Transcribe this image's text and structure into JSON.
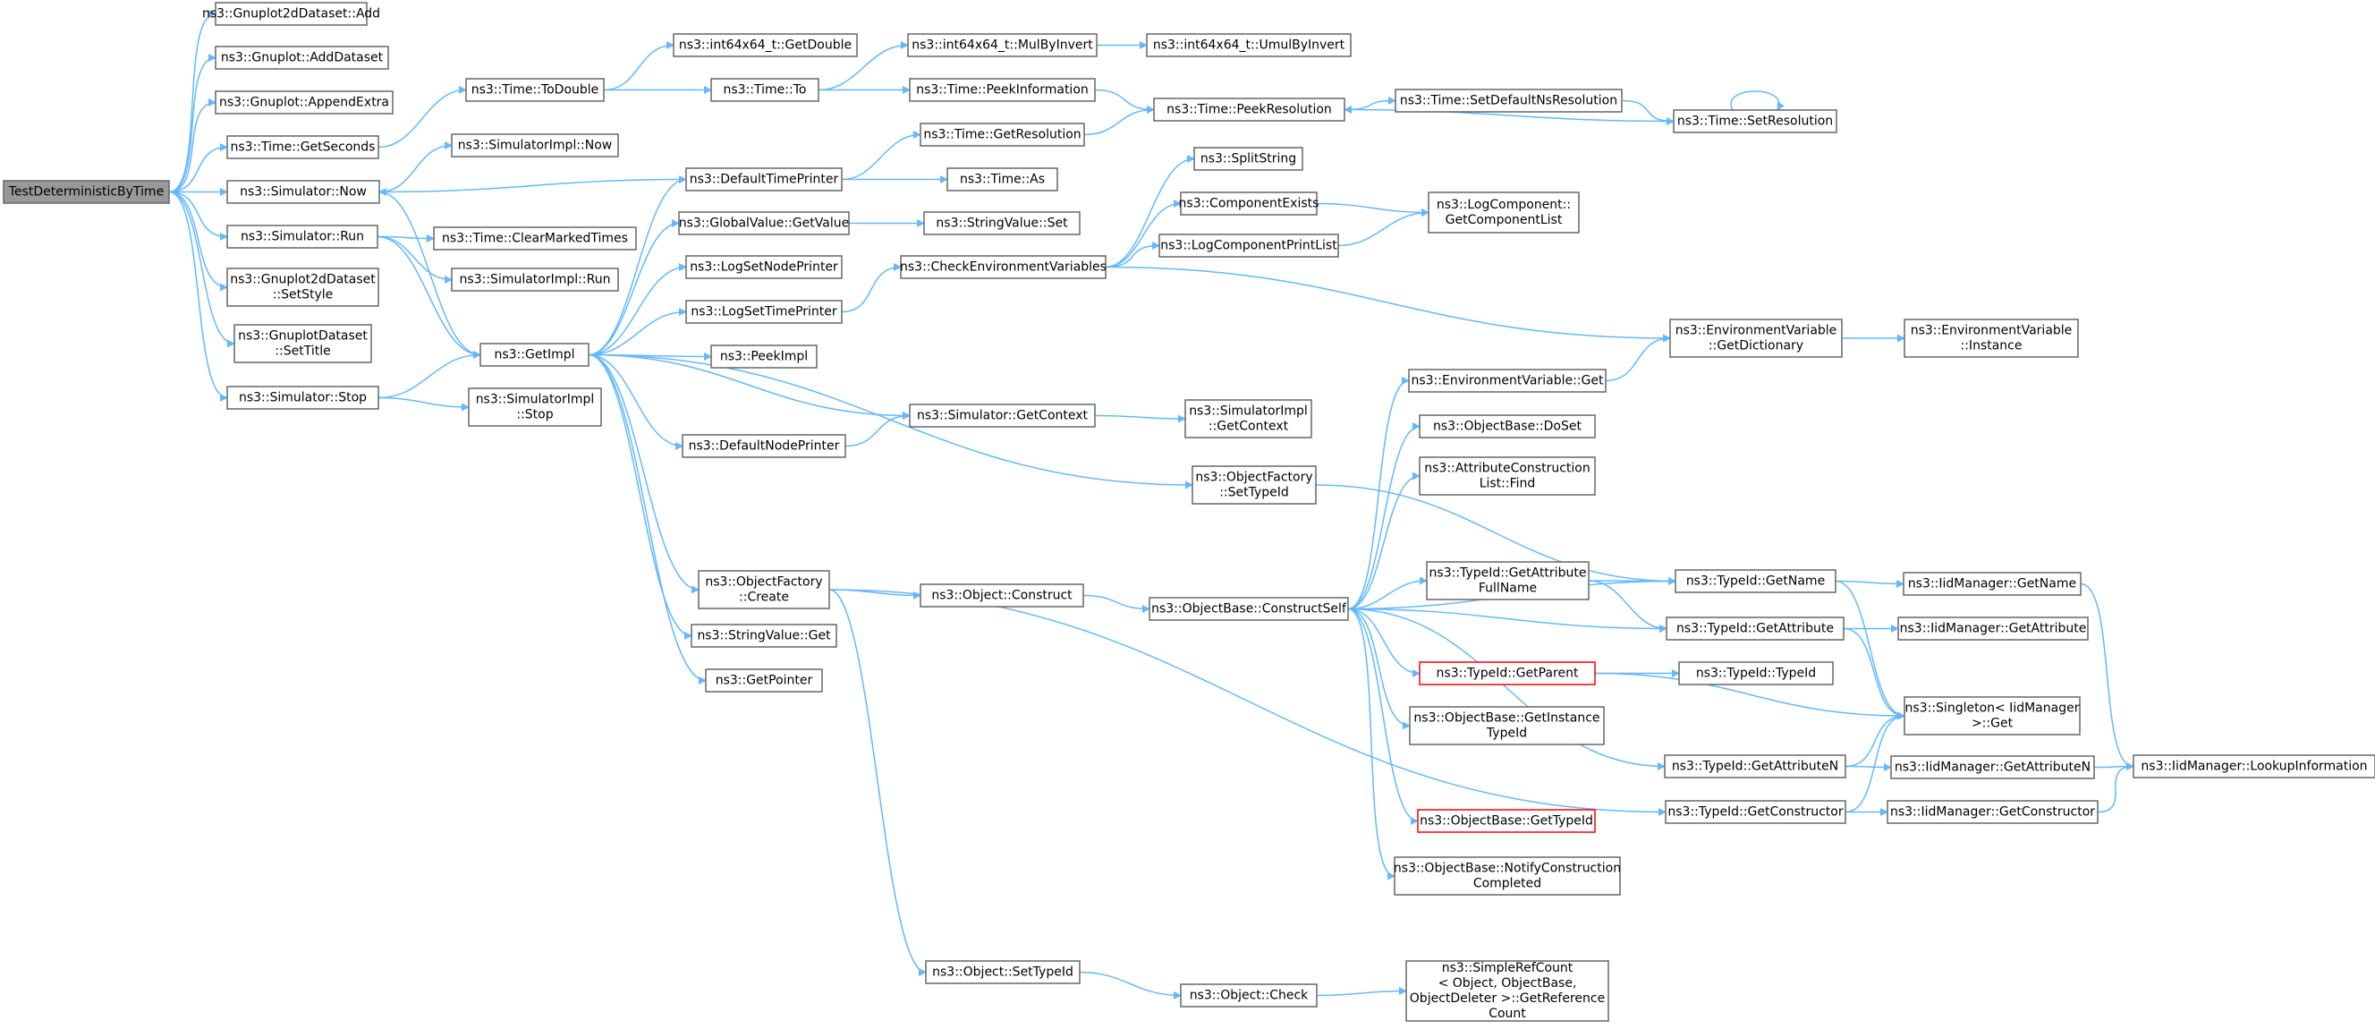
{
  "colors": {
    "edge": "#63b8ff",
    "node_border": "#666666",
    "root_fill": "#999999",
    "highlight_border": "#ff0000"
  },
  "nodes": [
    {
      "id": "root",
      "lines": [
        "TestDeterministicByTime"
      ],
      "root": true
    },
    {
      "id": "g2dAdd",
      "lines": [
        "ns3::Gnuplot2dDataset::Add"
      ]
    },
    {
      "id": "gAddDataset",
      "lines": [
        "ns3::Gnuplot::AddDataset"
      ]
    },
    {
      "id": "gAppendExtra",
      "lines": [
        "ns3::Gnuplot::AppendExtra"
      ]
    },
    {
      "id": "tGetSeconds",
      "lines": [
        "ns3::Time::GetSeconds"
      ]
    },
    {
      "id": "simNow",
      "lines": [
        "ns3::Simulator::Now"
      ]
    },
    {
      "id": "simRun",
      "lines": [
        "ns3::Simulator::Run"
      ]
    },
    {
      "id": "g2dSetStyle",
      "lines": [
        "ns3::Gnuplot2dDataset",
        "::SetStyle"
      ]
    },
    {
      "id": "gdSetTitle",
      "lines": [
        "ns3::GnuplotDataset",
        "::SetTitle"
      ]
    },
    {
      "id": "simStop",
      "lines": [
        "ns3::Simulator::Stop"
      ]
    },
    {
      "id": "tToDouble",
      "lines": [
        "ns3::Time::ToDouble"
      ]
    },
    {
      "id": "simImplNow",
      "lines": [
        "ns3::SimulatorImpl::Now"
      ]
    },
    {
      "id": "tClearMarked",
      "lines": [
        "ns3::Time::ClearMarkedTimes"
      ]
    },
    {
      "id": "simImplRun",
      "lines": [
        "ns3::SimulatorImpl::Run"
      ]
    },
    {
      "id": "getImpl",
      "lines": [
        "ns3::GetImpl"
      ]
    },
    {
      "id": "simImplStop",
      "lines": [
        "ns3::SimulatorImpl",
        "::Stop"
      ]
    },
    {
      "id": "i64GetDouble",
      "lines": [
        "ns3::int64x64_t::GetDouble"
      ]
    },
    {
      "id": "tTo",
      "lines": [
        "ns3::Time::To"
      ]
    },
    {
      "id": "defTimePrinter",
      "lines": [
        "ns3::DefaultTimePrinter"
      ]
    },
    {
      "id": "gvGetValue",
      "lines": [
        "ns3::GlobalValue::GetValue"
      ]
    },
    {
      "id": "logSetNodePrinter",
      "lines": [
        "ns3::LogSetNodePrinter"
      ]
    },
    {
      "id": "logSetTimePrinter",
      "lines": [
        "ns3::LogSetTimePrinter"
      ]
    },
    {
      "id": "peekImpl",
      "lines": [
        "ns3::PeekImpl"
      ]
    },
    {
      "id": "defNodePrinter",
      "lines": [
        "ns3::DefaultNodePrinter"
      ]
    },
    {
      "id": "ofCreate",
      "lines": [
        "ns3::ObjectFactory",
        "::Create"
      ]
    },
    {
      "id": "svGet",
      "lines": [
        "ns3::StringValue::Get"
      ]
    },
    {
      "id": "getPointer",
      "lines": [
        "ns3::GetPointer"
      ]
    },
    {
      "id": "i64MulByInvert",
      "lines": [
        "ns3::int64x64_t::MulByInvert"
      ]
    },
    {
      "id": "i64UmulByInvert",
      "lines": [
        "ns3::int64x64_t::UmulByInvert"
      ]
    },
    {
      "id": "tPeekInfo",
      "lines": [
        "ns3::Time::PeekInformation"
      ]
    },
    {
      "id": "tGetResolution",
      "lines": [
        "ns3::Time::GetResolution"
      ]
    },
    {
      "id": "tAs",
      "lines": [
        "ns3::Time::As"
      ]
    },
    {
      "id": "svSet",
      "lines": [
        "ns3::StringValue::Set"
      ]
    },
    {
      "id": "checkEnv",
      "lines": [
        "ns3::CheckEnvironmentVariables"
      ]
    },
    {
      "id": "simGetContext",
      "lines": [
        "ns3::Simulator::GetContext"
      ]
    },
    {
      "id": "ofSetTypeId",
      "lines": [
        "ns3::ObjectFactory",
        "::SetTypeId"
      ]
    },
    {
      "id": "objConstruct",
      "lines": [
        "ns3::Object::Construct"
      ]
    },
    {
      "id": "objSetTypeId",
      "lines": [
        "ns3::Object::SetTypeId"
      ]
    },
    {
      "id": "tPeekResolution",
      "lines": [
        "ns3::Time::PeekResolution"
      ]
    },
    {
      "id": "splitString",
      "lines": [
        "ns3::SplitString"
      ]
    },
    {
      "id": "compExists",
      "lines": [
        "ns3::ComponentExists"
      ]
    },
    {
      "id": "logCompPrintList",
      "lines": [
        "ns3::LogComponentPrintList"
      ]
    },
    {
      "id": "simImplGetContext",
      "lines": [
        "ns3::SimulatorImpl",
        "::GetContext"
      ]
    },
    {
      "id": "objBaseConstructSelf",
      "lines": [
        "ns3::ObjectBase::ConstructSelf"
      ]
    },
    {
      "id": "objCheck",
      "lines": [
        "ns3::Object::Check"
      ]
    },
    {
      "id": "tSetDefaultNs",
      "lines": [
        "ns3::Time::SetDefaultNsResolution"
      ]
    },
    {
      "id": "logCompGetList",
      "lines": [
        "ns3::LogComponent::",
        "GetComponentList"
      ]
    },
    {
      "id": "envVarGet",
      "lines": [
        "ns3::EnvironmentVariable::Get"
      ]
    },
    {
      "id": "objBaseDoSet",
      "lines": [
        "ns3::ObjectBase::DoSet"
      ]
    },
    {
      "id": "attrConstrFind",
      "lines": [
        "ns3::AttributeConstruction",
        "List::Find"
      ]
    },
    {
      "id": "tidGetAttrFullName",
      "lines": [
        "ns3::TypeId::GetAttribute",
        "FullName"
      ]
    },
    {
      "id": "tidGetParent",
      "lines": [
        "ns3::TypeId::GetParent"
      ],
      "highlight": true
    },
    {
      "id": "objBaseGetInstTid",
      "lines": [
        "ns3::ObjectBase::GetInstance",
        "TypeId"
      ]
    },
    {
      "id": "objBaseGetTypeId",
      "lines": [
        "ns3::ObjectBase::GetTypeId"
      ],
      "highlight": true
    },
    {
      "id": "objBaseNotify",
      "lines": [
        "ns3::ObjectBase::NotifyConstruction",
        "Completed"
      ]
    },
    {
      "id": "simpleRefCount",
      "lines": [
        "ns3::SimpleRefCount",
        "< Object, ObjectBase,",
        "ObjectDeleter >::GetReference",
        "Count"
      ]
    },
    {
      "id": "tSetResolution",
      "lines": [
        "ns3::Time::SetResolution"
      ]
    },
    {
      "id": "envVarGetDict",
      "lines": [
        "ns3::EnvironmentVariable",
        "::GetDictionary"
      ]
    },
    {
      "id": "tidGetName",
      "lines": [
        "ns3::TypeId::GetName"
      ]
    },
    {
      "id": "tidGetAttribute",
      "lines": [
        "ns3::TypeId::GetAttribute"
      ]
    },
    {
      "id": "tidTypeId",
      "lines": [
        "ns3::TypeId::TypeId"
      ]
    },
    {
      "id": "tidGetAttributeN",
      "lines": [
        "ns3::TypeId::GetAttributeN"
      ]
    },
    {
      "id": "tidGetConstructor",
      "lines": [
        "ns3::TypeId::GetConstructor"
      ]
    },
    {
      "id": "envVarInstance",
      "lines": [
        "ns3::EnvironmentVariable",
        "::Instance"
      ]
    },
    {
      "id": "iidGetName",
      "lines": [
        "ns3::IidManager::GetName"
      ]
    },
    {
      "id": "iidGetAttribute",
      "lines": [
        "ns3::IidManager::GetAttribute"
      ]
    },
    {
      "id": "singletonGet",
      "lines": [
        "ns3::Singleton< IidManager",
        ">::Get"
      ]
    },
    {
      "id": "iidGetAttributeN",
      "lines": [
        "ns3::IidManager::GetAttributeN"
      ]
    },
    {
      "id": "iidGetConstructor",
      "lines": [
        "ns3::IidManager::GetConstructor"
      ]
    },
    {
      "id": "iidLookupInfo",
      "lines": [
        "ns3::IidManager::LookupInformation"
      ]
    }
  ],
  "edges": [
    [
      "root",
      "g2dAdd"
    ],
    [
      "root",
      "gAddDataset"
    ],
    [
      "root",
      "gAppendExtra"
    ],
    [
      "root",
      "tGetSeconds"
    ],
    [
      "root",
      "simNow"
    ],
    [
      "root",
      "simRun"
    ],
    [
      "root",
      "g2dSetStyle"
    ],
    [
      "root",
      "gdSetTitle"
    ],
    [
      "root",
      "simStop"
    ],
    [
      "tGetSeconds",
      "tToDouble"
    ],
    [
      "tToDouble",
      "i64GetDouble"
    ],
    [
      "tToDouble",
      "tTo"
    ],
    [
      "tTo",
      "i64MulByInvert"
    ],
    [
      "tTo",
      "tPeekInfo"
    ],
    [
      "i64MulByInvert",
      "i64UmulByInvert"
    ],
    [
      "tPeekInfo",
      "tPeekResolution"
    ],
    [
      "tPeekResolution",
      "tSetDefaultNs"
    ],
    [
      "tSetDefaultNs",
      "tSetResolution"
    ],
    [
      "tSetResolution",
      "tPeekResolution"
    ],
    [
      "tSetResolution",
      "tSetResolution"
    ],
    [
      "simNow",
      "simImplNow"
    ],
    [
      "simNow",
      "getImpl"
    ],
    [
      "defTimePrinter",
      "simNow"
    ],
    [
      "simRun",
      "tClearMarked"
    ],
    [
      "simRun",
      "simImplRun"
    ],
    [
      "simRun",
      "getImpl"
    ],
    [
      "simStop",
      "getImpl"
    ],
    [
      "simStop",
      "simImplStop"
    ],
    [
      "getImpl",
      "defTimePrinter"
    ],
    [
      "getImpl",
      "gvGetValue"
    ],
    [
      "getImpl",
      "logSetNodePrinter"
    ],
    [
      "getImpl",
      "logSetTimePrinter"
    ],
    [
      "getImpl",
      "peekImpl"
    ],
    [
      "getImpl",
      "defNodePrinter"
    ],
    [
      "getImpl",
      "ofCreate"
    ],
    [
      "getImpl",
      "svGet"
    ],
    [
      "getImpl",
      "getPointer"
    ],
    [
      "getImpl",
      "simGetContext"
    ],
    [
      "getImpl",
      "ofSetTypeId"
    ],
    [
      "defTimePrinter",
      "tGetResolution"
    ],
    [
      "defTimePrinter",
      "tAs"
    ],
    [
      "tGetResolution",
      "tPeekResolution"
    ],
    [
      "gvGetValue",
      "svSet"
    ],
    [
      "logSetTimePrinter",
      "checkEnv"
    ],
    [
      "checkEnv",
      "splitString"
    ],
    [
      "checkEnv",
      "compExists"
    ],
    [
      "checkEnv",
      "logCompPrintList"
    ],
    [
      "checkEnv",
      "envVarGetDict"
    ],
    [
      "compExists",
      "logCompGetList"
    ],
    [
      "logCompPrintList",
      "logCompGetList"
    ],
    [
      "defNodePrinter",
      "simGetContext"
    ],
    [
      "simGetContext",
      "simImplGetContext"
    ],
    [
      "ofSetTypeId",
      "tidGetName"
    ],
    [
      "ofCreate",
      "objConstruct"
    ],
    [
      "ofCreate",
      "objSetTypeId"
    ],
    [
      "ofCreate",
      "tidGetConstructor"
    ],
    [
      "objConstruct",
      "objBaseConstructSelf"
    ],
    [
      "objSetTypeId",
      "objCheck"
    ],
    [
      "objCheck",
      "simpleRefCount"
    ],
    [
      "objBaseConstructSelf",
      "envVarGet"
    ],
    [
      "objBaseConstructSelf",
      "objBaseDoSet"
    ],
    [
      "objBaseConstructSelf",
      "attrConstrFind"
    ],
    [
      "objBaseConstructSelf",
      "tidGetAttrFullName"
    ],
    [
      "objBaseConstructSelf",
      "tidGetName"
    ],
    [
      "objBaseConstructSelf",
      "tidGetAttribute"
    ],
    [
      "objBaseConstructSelf",
      "tidGetParent"
    ],
    [
      "objBaseConstructSelf",
      "objBaseGetInstTid"
    ],
    [
      "objBaseConstructSelf",
      "tidGetAttributeN"
    ],
    [
      "objBaseConstructSelf",
      "objBaseGetTypeId"
    ],
    [
      "objBaseConstructSelf",
      "objBaseNotify"
    ],
    [
      "envVarGet",
      "envVarGetDict"
    ],
    [
      "envVarGetDict",
      "envVarInstance"
    ],
    [
      "tidGetAttrFullName",
      "tidGetName"
    ],
    [
      "tidGetAttrFullName",
      "tidGetAttribute"
    ],
    [
      "tidGetName",
      "iidGetName"
    ],
    [
      "tidGetName",
      "singletonGet"
    ],
    [
      "tidGetAttribute",
      "iidGetAttribute"
    ],
    [
      "tidGetAttribute",
      "singletonGet"
    ],
    [
      "tidGetParent",
      "tidTypeId"
    ],
    [
      "tidGetParent",
      "singletonGet"
    ],
    [
      "tidGetAttributeN",
      "singletonGet"
    ],
    [
      "tidGetAttributeN",
      "iidGetAttributeN"
    ],
    [
      "tidGetConstructor",
      "singletonGet"
    ],
    [
      "tidGetConstructor",
      "iidGetConstructor"
    ],
    [
      "iidGetName",
      "iidLookupInfo"
    ],
    [
      "iidGetAttributeN",
      "iidLookupInfo"
    ],
    [
      "iidGetConstructor",
      "iidLookupInfo"
    ]
  ]
}
